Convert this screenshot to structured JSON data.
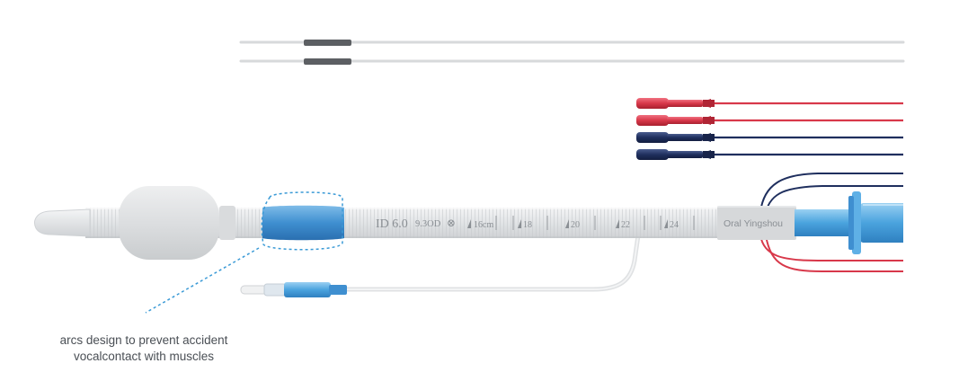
{
  "tube": {
    "size_mark": "ID 6.0",
    "od_mark": "9.3OD",
    "radiopaque_symbol": "⊗",
    "depth_marks": [
      "16cm",
      "18",
      "20",
      "22",
      "24"
    ],
    "brand_label": "Oral Yingshou"
  },
  "annotation": {
    "line1": "arcs design to prevent accident",
    "line2": "vocalcontact with muscles"
  },
  "colors": {
    "tube": "#e6e8ea",
    "cuff": "#dcdee0",
    "blue": "#3f8fd0",
    "red": "#d8384a",
    "navy": "#1f2f5e",
    "dashed": "#3a9ad6",
    "guide": "#5c5f63"
  }
}
